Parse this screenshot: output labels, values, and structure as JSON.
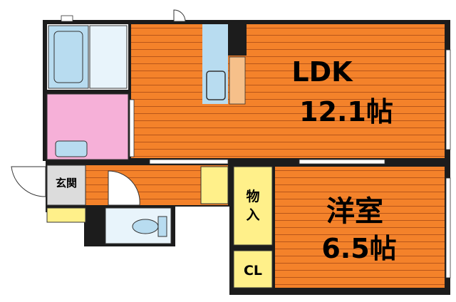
{
  "rooms": {
    "ldk": {
      "name": "LDK",
      "size": "12.1帖"
    },
    "western": {
      "name": "洋室",
      "size": "6.5帖"
    },
    "entrance": {
      "name": "玄関"
    },
    "storage": {
      "name_line1": "物",
      "name_line2": "入"
    },
    "closet": {
      "name": "CL"
    }
  },
  "colors": {
    "floor_wood": "#f4822a",
    "floor_stripe": "#b8561a",
    "bath": "#b8dcf0",
    "washroom": "#f6b0d8",
    "storage": "#fff08a",
    "wall": "#1c1c1c",
    "kitchen_counter": "#f6c08a"
  }
}
